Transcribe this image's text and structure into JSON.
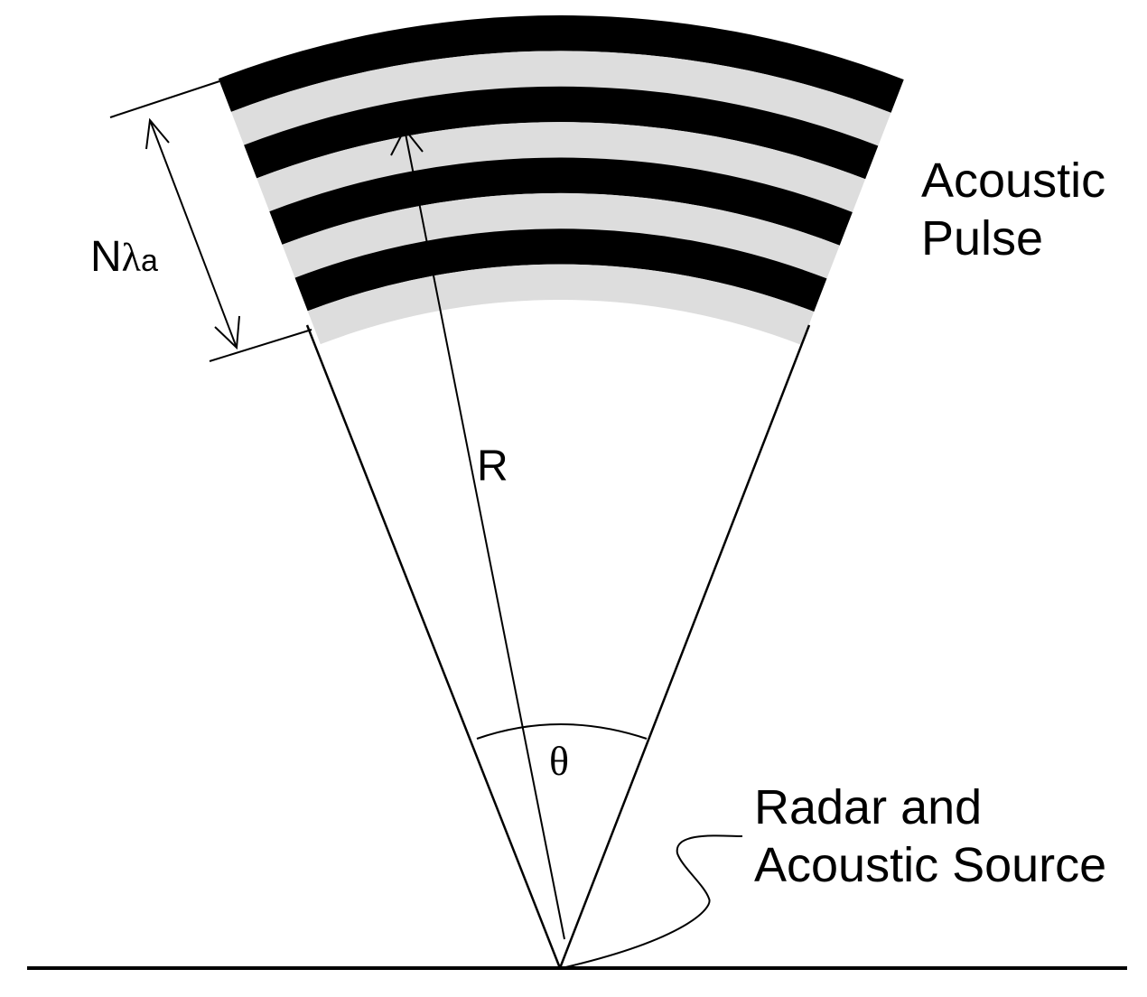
{
  "labels": {
    "pulse_line1": "Acoustic",
    "pulse_line2": "Pulse",
    "length_main": "N",
    "length_lambda": "λ",
    "length_sub": "a",
    "range": "R",
    "angle": "θ",
    "source_line1": "Radar and",
    "source_line2": "Acoustic Source"
  },
  "bands": {
    "count": 8,
    "pattern": [
      "dark",
      "light",
      "dark",
      "light",
      "dark",
      "light",
      "dark",
      "light"
    ]
  },
  "colors": {
    "dark_band": "#000000",
    "light_band": "#dddddd",
    "line": "#000000",
    "background": "#ffffff"
  }
}
